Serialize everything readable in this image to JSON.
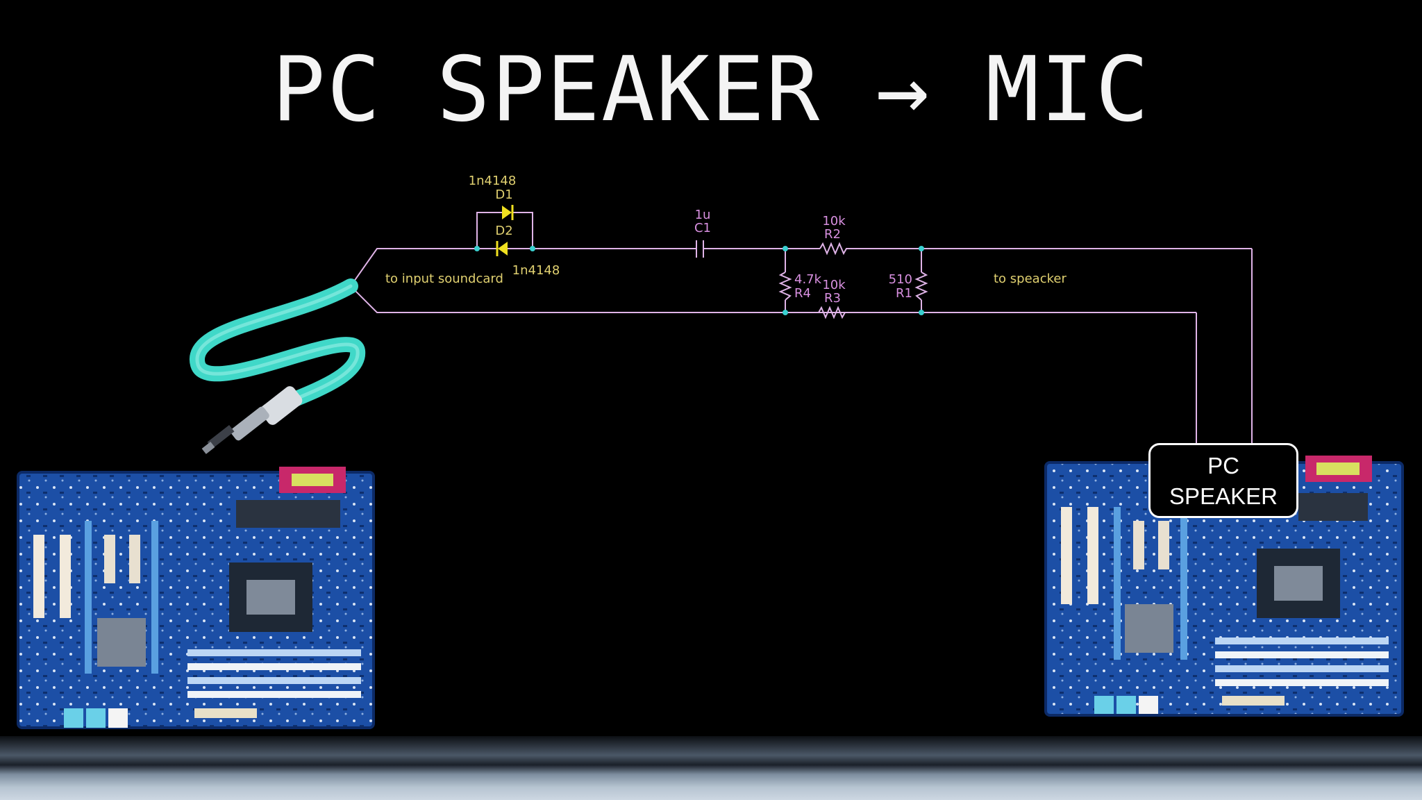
{
  "title": "PC SPEAKER → MIC",
  "schematic": {
    "d1": {
      "part": "1n4148",
      "ref": "D1"
    },
    "d2": {
      "part": "1n4148",
      "ref": "D2"
    },
    "c1": {
      "value": "1u",
      "ref": "C1"
    },
    "r2": {
      "value": "10k",
      "ref": "R2"
    },
    "r3": {
      "value": "10k",
      "ref": "R3"
    },
    "r4": {
      "value": "4.7k",
      "ref": "R4"
    },
    "r1": {
      "value": "510",
      "ref": "R1"
    },
    "input_label": "to input soundcard",
    "output_label": "to speacker"
  },
  "pc_speaker_label_line1": "PC",
  "pc_speaker_label_line2": "SPEAKER",
  "colors": {
    "wire": "#e0b4e8",
    "label": "#e0d070",
    "component_label": "#d890e0",
    "diode": "#f0e020",
    "node": "#3ad0d0",
    "cable": "#40d8c8",
    "board": "#1a4fa8"
  }
}
